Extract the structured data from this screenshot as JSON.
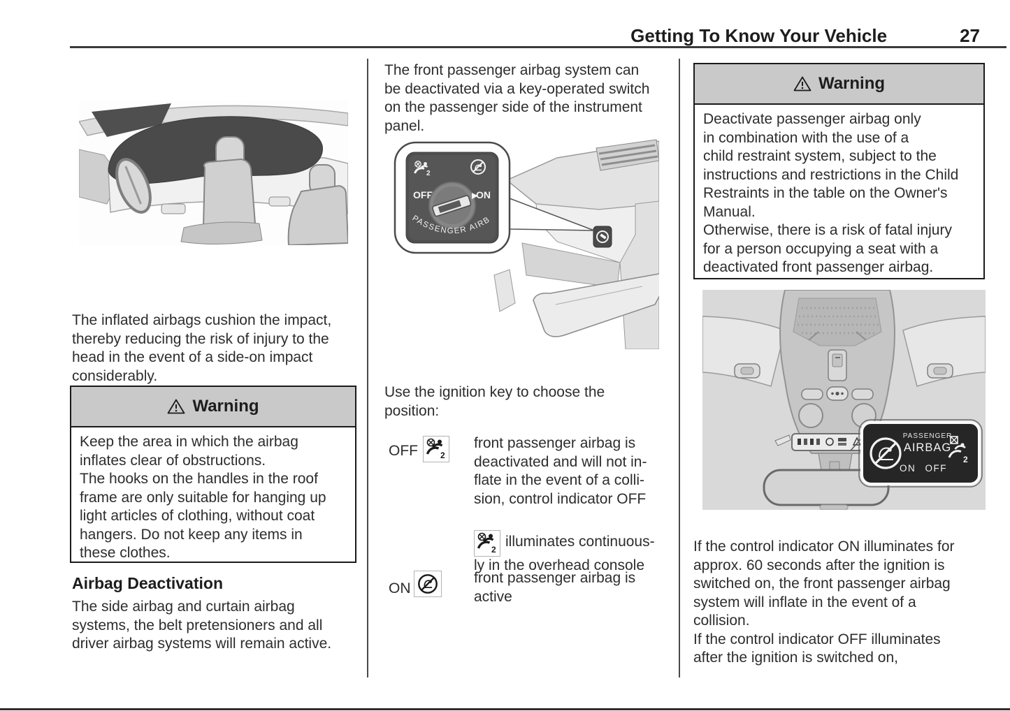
{
  "page": {
    "title": "Getting To Know Your Vehicle",
    "page_number": "27"
  },
  "left_column": {
    "intro": "The inflated airbags cushion the impact,\nthereby reducing the risk of injury to the\nhead in the event of a side-on impact\nconsiderably.",
    "warning_box": {
      "title": "Warning",
      "body": "Keep the area in which the airbag\ninflates clear of obstructions.\nThe hooks on the handles in the roof\nframe are only suitable for hanging up\nlight articles of clothing, without coat\nhangers. Do not keep any items in\nthese clothes."
    },
    "section_heading": "Airbag Deactivation",
    "section_body": "The side airbag and curtain airbag\nsystems, the belt pretensioners and all\ndriver airbag systems will remain active."
  },
  "middle_column": {
    "intro": "The front passenger airbag system can\nbe deactivated via a key-operated switch\non the passenger side of the instrument\npanel.",
    "switch_image": {
      "off_label": "OFF",
      "on_label": "ON",
      "dial_caption": "PASSENGER AIRBAG"
    },
    "instruction": "Use the ignition key to choose the\nposition:",
    "positions": [
      {
        "label": "OFF",
        "description_before_icon": "front passenger airbag is\ndeactivated and will not in-\nflate in the event of a colli-\nsion, control indicator OFF",
        "description_after_icon": "illuminates continuous-\nly in the overhead console"
      },
      {
        "label": "ON",
        "description": "front passenger airbag is\nactive"
      }
    ]
  },
  "right_column": {
    "warning_box": {
      "title": "Warning",
      "body": "Deactivate passenger airbag only\nin combination with the use of a\nchild restraint system, subject to the\ninstructions and restrictions in the Child\nRestraints in the table on the Owner's\nManual.\nOtherwise, there is a risk of fatal injury\nfor a person occupying a seat with a\ndeactivated front passenger airbag."
    },
    "console_image": {
      "label_small": "PASSENGER",
      "label_large": "AIRBAG",
      "on_off_label": "ON OFF"
    },
    "body": "If the control indicator ON illuminates for\napprox. 60 seconds after the ignition is\nswitched on, the front passenger airbag\nsystem will inflate in the event of a\ncollision.\nIf the control indicator OFF illuminates\nafter the ignition is switched on,"
  },
  "colors": {
    "warning_header_bg": "#c9c9c9",
    "text": "#2d2d2d",
    "rule": "#3a3a3a",
    "callout_bg": "#262626",
    "airbag_fill": "#4a4a4a"
  },
  "icons": {
    "warning_triangle": "⚠",
    "passenger_airbag_deactivated": "airbag-off-with-child-seat-2",
    "airbag_active": "no-rear-facing-child-seat"
  }
}
